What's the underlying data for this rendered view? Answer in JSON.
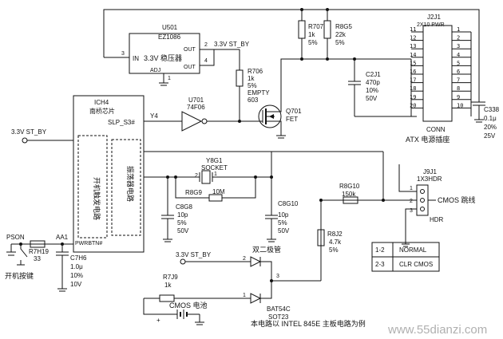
{
  "u501": {
    "ref": "U501",
    "part": "EZ1086",
    "name": "3.3V 稳压器",
    "in": "IN",
    "out1": "OUT",
    "out2": "OUT",
    "adj": "ADJ",
    "pin3": "3",
    "pin2": "2",
    "pin4": "4",
    "pin1": "1"
  },
  "net_33v_stby": "3.3V ST_BY",
  "r707": {
    "ref": "R707",
    "value": "1k",
    "tol": "5%"
  },
  "r8g5": {
    "ref": "R8G5",
    "value": "22k",
    "tol": "5%"
  },
  "j2j1": {
    "ref": "J2J1",
    "type": "2X10 PWR",
    "conn": "CONN",
    "label": "ATX 电源插座",
    "left_pins": [
      "11",
      "12",
      "13",
      "14",
      "15",
      "16",
      "17",
      "18",
      "19",
      "20"
    ],
    "right_pins": [
      "1",
      "2",
      "3",
      "4",
      "5",
      "6",
      "7",
      "8",
      "9",
      "10"
    ]
  },
  "ich4": {
    "ref": "ICH4",
    "name": "南桥芯片",
    "slp": "SLP_S3#",
    "pwrbtn": "PWRBTN#",
    "sw_circuit": "开机触发电路",
    "osc_circuit": "振荡器电路"
  },
  "u701": {
    "ref": "U701",
    "part": "74F06"
  },
  "r706": {
    "ref": "R706",
    "value": "1k",
    "tol": "5%",
    "note1": "EMPTY",
    "note2": "603"
  },
  "y4": "Y4",
  "c2j1": {
    "ref": "C2J1",
    "value": "470p",
    "tol": "10%",
    "volt": "50V"
  },
  "q701": {
    "ref": "Q701",
    "type": "FET"
  },
  "c338": {
    "ref": "C338",
    "value": "0.1μ",
    "tol": "20%",
    "volt": "25V"
  },
  "y8g1": {
    "ref": "Y8G1",
    "type": "SOCKET",
    "pin2": "2",
    "pin1": "1"
  },
  "r8g9": {
    "ref": "R8G9",
    "value": "10M"
  },
  "c8g8": {
    "ref": "C8G8",
    "value": "10p",
    "tol": "5%",
    "volt": "50V"
  },
  "c8g10": {
    "ref": "C8G10",
    "value": "10p",
    "tol": "5%",
    "volt": "50V"
  },
  "r8g10": {
    "ref": "R8G10",
    "value": "150k"
  },
  "j9j1": {
    "ref": "J9J1",
    "type": "1X3HDR",
    "hdr": "HDR",
    "label": "CMOS 跳线",
    "p1": "1",
    "p2": "2",
    "p3": "3"
  },
  "r8j2": {
    "ref": "R8J2",
    "value": "4.7k",
    "tol": "5%"
  },
  "jumper_table": [
    {
      "pins": "1-2",
      "mode": "NORMAL"
    },
    {
      "pins": "2-3",
      "mode": "CLR CMOS"
    }
  ],
  "pson": "PSON",
  "aa1": "AA1",
  "r7h19": {
    "ref": "R7H19",
    "value": "33"
  },
  "power_key": "开机按键",
  "c7h6": {
    "ref": "C7H6",
    "value": "1.0μ",
    "tol": "10%",
    "volt": "10V"
  },
  "diode": {
    "label": "双二极管",
    "ref": "BAT54C",
    "pkg": "SOT23",
    "p1": "1",
    "p2": "2",
    "p3": "3"
  },
  "r7j9": {
    "ref": "R7J9",
    "value": "1k"
  },
  "battery": {
    "label": "CMOS 电池",
    "plus": "+"
  },
  "caption": "本电路以 INTEL 845E 主板电路为例",
  "watermark": "www.55dianzi.com"
}
